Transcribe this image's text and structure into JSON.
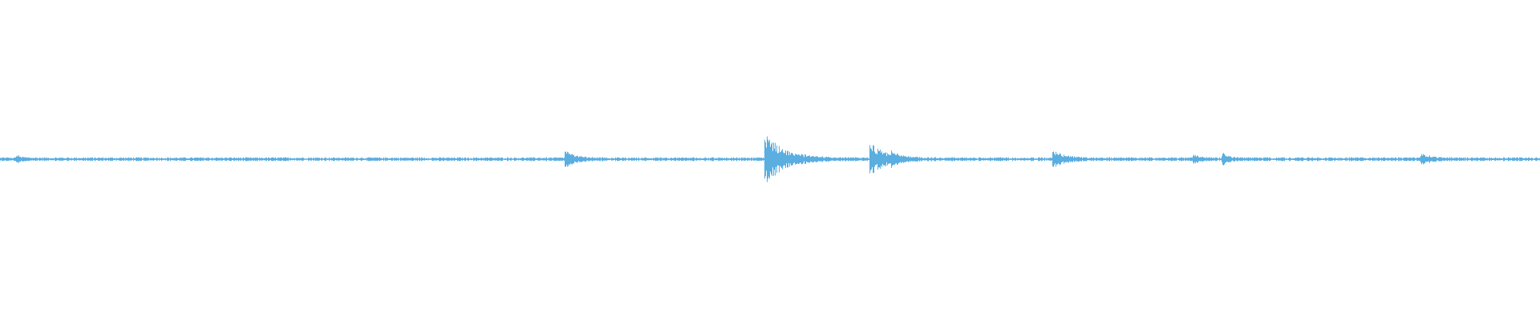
{
  "waveform": {
    "color": "#5aaee0",
    "baseline_amplitude": 0.012,
    "bursts": [
      {
        "position": 0.011,
        "amplitude": 0.02,
        "decay": 0.003
      },
      {
        "position": 0.367,
        "amplitude": 0.05,
        "decay": 0.006
      },
      {
        "position": 0.497,
        "amplitude": 0.16,
        "decay": 0.012
      },
      {
        "position": 0.565,
        "amplitude": 0.1,
        "decay": 0.01
      },
      {
        "position": 0.579,
        "amplitude": 0.03,
        "decay": 0.004
      },
      {
        "position": 0.684,
        "amplitude": 0.05,
        "decay": 0.008
      },
      {
        "position": 0.775,
        "amplitude": 0.02,
        "decay": 0.005
      },
      {
        "position": 0.794,
        "amplitude": 0.03,
        "decay": 0.004
      },
      {
        "position": 0.923,
        "amplitude": 0.03,
        "decay": 0.006
      }
    ]
  }
}
